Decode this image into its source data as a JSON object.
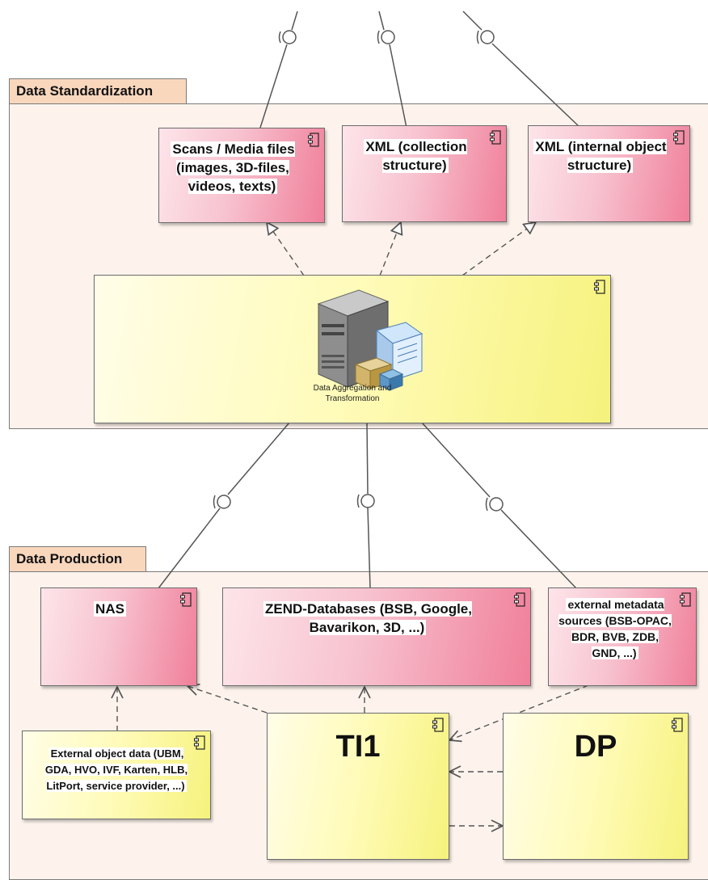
{
  "packages": {
    "standardization": {
      "title": "Data Standardization"
    },
    "production": {
      "title": "Data Production"
    }
  },
  "components": {
    "scans": {
      "label": "Scans / Media files\n(images, 3D-files,\nvideos, texts)"
    },
    "xml_collection": {
      "label": "XML (collection\nstructure)"
    },
    "xml_internal": {
      "label": "XML (internal object\nstructure)"
    },
    "aggregation": {
      "label": "Data Aggregation and\nTransformation"
    },
    "nas": {
      "label": "NAS"
    },
    "zend": {
      "label": "ZEND-Databases (BSB, Google,\nBavarikon, 3D, ...)"
    },
    "external_metadata": {
      "label": "external metadata\nsources (BSB-OPAC,\nBDR, BVB, ZDB,\nGND, ...)"
    },
    "external_object": {
      "label": "External object data (UBM,\nGDA, HVO, IVF, Karten, HLB,\nLitPort, service provider, ...)"
    },
    "ti1": {
      "label": "TI1"
    },
    "dp": {
      "label": "DP"
    }
  },
  "icons": {
    "component": "uml-component-icon",
    "server": "server-icon",
    "lollipop": "provided-interface-icon"
  },
  "colors": {
    "package_tab": "#f9d7bd",
    "package_body": "#fdf3ec",
    "artifact_pink": "#f07f9a",
    "component_yellow": "#fffbb8"
  }
}
